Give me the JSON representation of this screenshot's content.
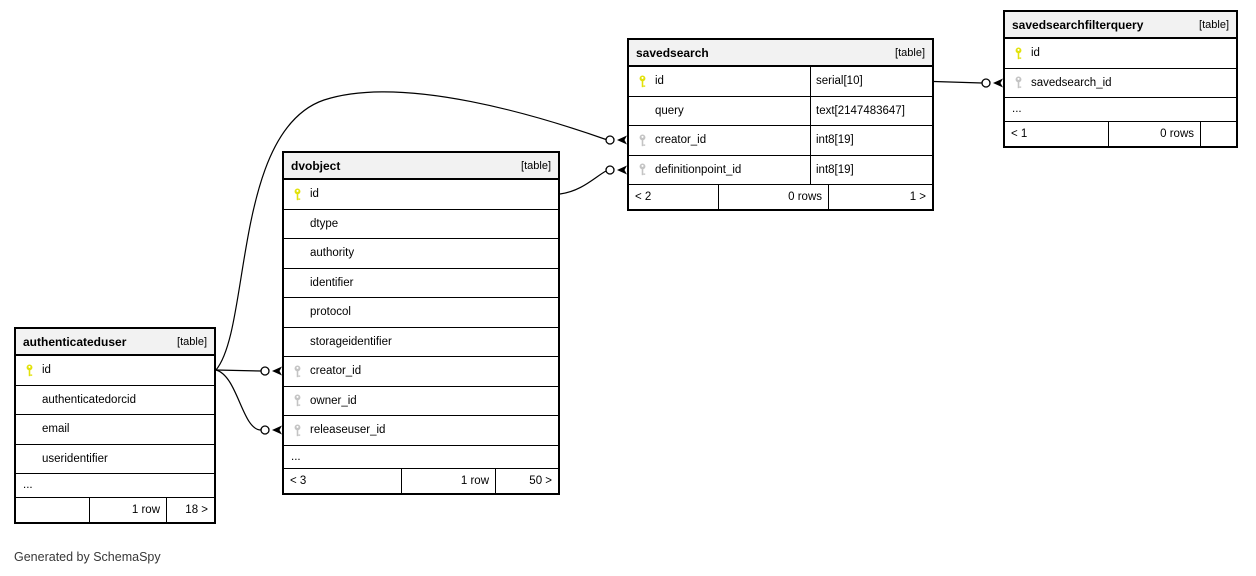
{
  "caption": "Generated by SchemaSpy",
  "colors": {
    "primary_key": "#e2e20b",
    "foreign_key": "#c4c4c4",
    "header_bg": "#f2f2f2",
    "border": "#000000"
  },
  "tables": {
    "authenticateduser": {
      "name": "authenticateduser",
      "badge": "[table]",
      "columns": [
        {
          "name": "id",
          "key": "primary"
        },
        {
          "name": "authenticatedorcid",
          "key": ""
        },
        {
          "name": "email",
          "key": ""
        },
        {
          "name": "useridentifier",
          "key": ""
        }
      ],
      "ellipsis": "...",
      "footer": {
        "left": "",
        "center": "1 row",
        "right": "18 >"
      }
    },
    "dvobject": {
      "name": "dvobject",
      "badge": "[table]",
      "columns": [
        {
          "name": "id",
          "key": "primary"
        },
        {
          "name": "dtype",
          "key": ""
        },
        {
          "name": "authority",
          "key": ""
        },
        {
          "name": "identifier",
          "key": ""
        },
        {
          "name": "protocol",
          "key": ""
        },
        {
          "name": "storageidentifier",
          "key": ""
        },
        {
          "name": "creator_id",
          "key": "foreign"
        },
        {
          "name": "owner_id",
          "key": "foreign"
        },
        {
          "name": "releaseuser_id",
          "key": "foreign"
        }
      ],
      "ellipsis": "...",
      "footer": {
        "left": "< 3",
        "center": "1 row",
        "right": "50 >"
      }
    },
    "savedsearch": {
      "name": "savedsearch",
      "badge": "[table]",
      "columns": [
        {
          "name": "id",
          "type": "serial[10]",
          "key": "primary"
        },
        {
          "name": "query",
          "type": "text[2147483647]",
          "key": ""
        },
        {
          "name": "creator_id",
          "type": "int8[19]",
          "key": "foreign"
        },
        {
          "name": "definitionpoint_id",
          "type": "int8[19]",
          "key": "foreign"
        }
      ],
      "footer": {
        "left": "< 2",
        "center": "0 rows",
        "right": "1 >"
      }
    },
    "savedsearchfilterquery": {
      "name": "savedsearchfilterquery",
      "badge": "[table]",
      "columns": [
        {
          "name": "id",
          "key": "primary"
        },
        {
          "name": "savedsearch_id",
          "key": "foreign"
        }
      ],
      "ellipsis": "...",
      "footer": {
        "left": "< 1",
        "center": "0 rows",
        "right": ""
      }
    }
  },
  "relationships": [
    {
      "from": "authenticateduser.id",
      "to": "dvobject.creator_id"
    },
    {
      "from": "authenticateduser.id",
      "to": "dvobject.releaseuser_id"
    },
    {
      "from": "authenticateduser.id",
      "to": "savedsearch.creator_id"
    },
    {
      "from": "dvobject.id",
      "to": "savedsearch.definitionpoint_id"
    },
    {
      "from": "savedsearch.id",
      "to": "savedsearchfilterquery.savedsearch_id"
    }
  ]
}
